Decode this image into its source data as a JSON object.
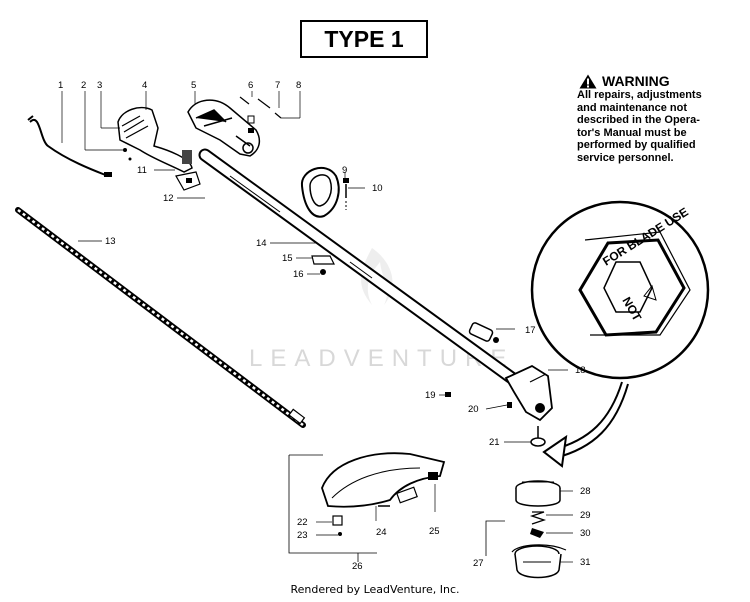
{
  "title": "TYPE 1",
  "warning": {
    "heading": "WARNING",
    "lines": [
      "All repairs, adjustments",
      "and maintenance not",
      "described in the Opera-",
      "tor's Manual must be",
      "performed by qualified",
      "service personnel."
    ]
  },
  "detail_callout": {
    "text_line1": "FOR BLADE USE",
    "text_line2": "NOT"
  },
  "watermark": "LEADVENTURE",
  "footer": "Rendered by LeadVenture, Inc.",
  "part_numbers": [
    "1",
    "2",
    "3",
    "4",
    "5",
    "6",
    "7",
    "8",
    "9",
    "10",
    "11",
    "12",
    "13",
    "14",
    "15",
    "16",
    "17",
    "18",
    "19",
    "20",
    "21",
    "22",
    "23",
    "24",
    "25",
    "26",
    "27",
    "28",
    "29",
    "30",
    "31"
  ],
  "icons": {
    "warning": "warning-triangle-icon"
  }
}
